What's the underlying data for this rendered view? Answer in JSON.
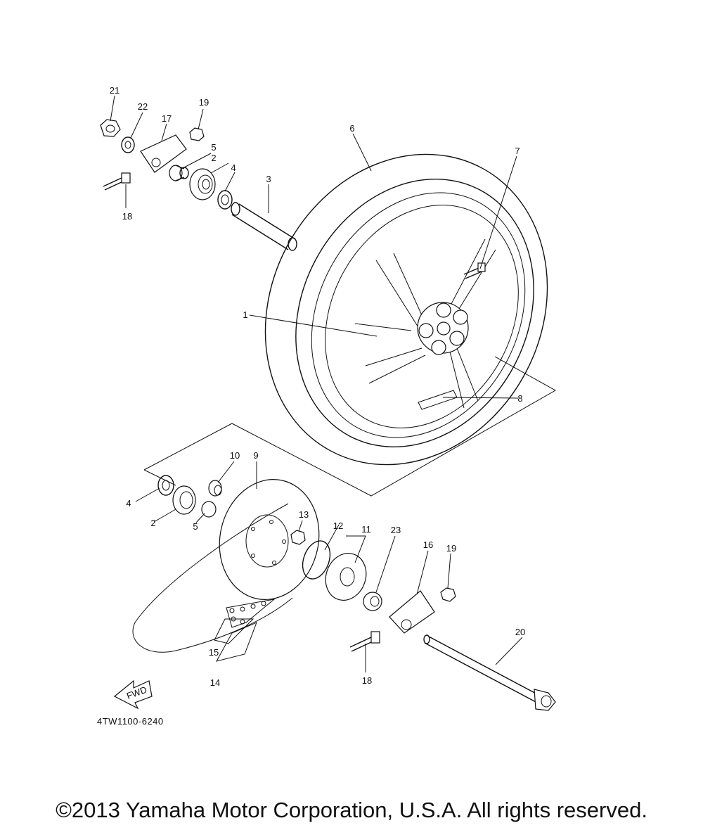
{
  "diagram": {
    "part_labels": [
      "1",
      "2",
      "3",
      "4",
      "5",
      "6",
      "7",
      "8",
      "9",
      "10",
      "11",
      "12",
      "13",
      "14",
      "15",
      "16",
      "17",
      "18",
      "19",
      "20",
      "21",
      "22",
      "23"
    ],
    "direction_label": "FWD",
    "code": "4TW1100-6240"
  },
  "footer": {
    "copyright": "©2013 Yamaha Motor Corporation, U.S.A. All rights reserved."
  }
}
